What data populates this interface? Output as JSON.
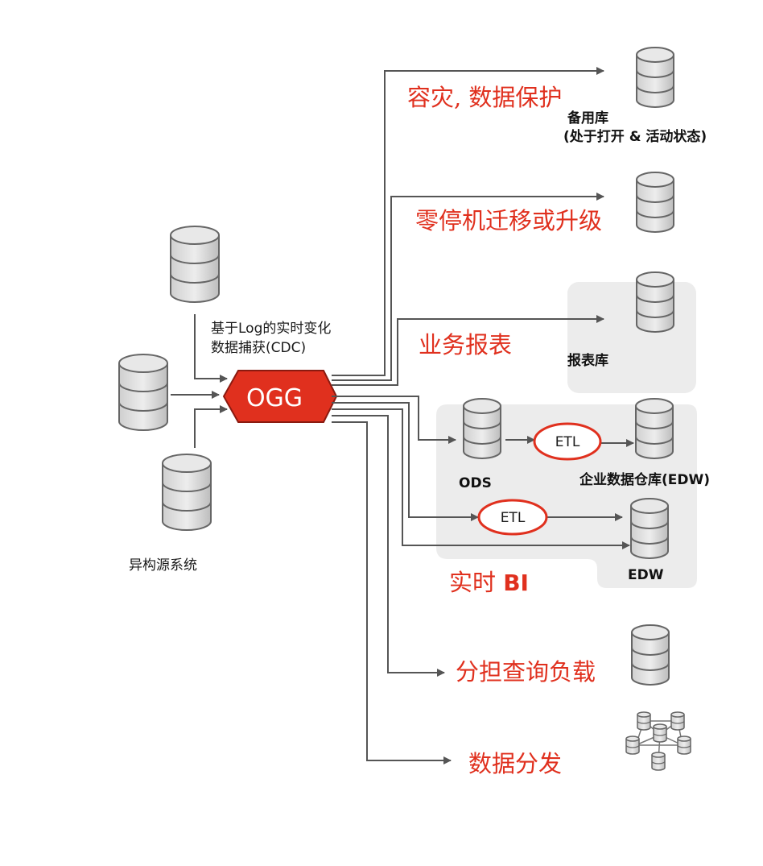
{
  "hub": {
    "label": "OGG"
  },
  "sources": {
    "cdc_label_line1": "基于Log的实时变化",
    "cdc_label_line2": "数据捕获(CDC)",
    "hetero_label": "异构源系统"
  },
  "targets": {
    "dr": {
      "title": "容灾, 数据保护",
      "db_line1": "备用库",
      "db_line2": "(处于打开 & 活动状态)"
    },
    "zero_downtime": {
      "title": "零停机迁移或升级"
    },
    "reporting": {
      "title": "业务报表",
      "db_label": "报表库"
    },
    "bi": {
      "title_cn": "实时 ",
      "title_en": "BI",
      "ods_label": "ODS",
      "etl_label": "ETL",
      "edw_label": "企业数据仓库(EDW)",
      "edw2_label": "EDW"
    },
    "offload": {
      "title": "分担查询负载"
    },
    "distribution": {
      "title": "数据分发"
    }
  },
  "colors": {
    "accent": "#e0301e",
    "hub_fill": "#e0301e",
    "arrow": "#555555",
    "panel": "#ececec",
    "db_fill": "#d9d9d9"
  },
  "icons": [
    "database-icon",
    "distributed-network-icon"
  ]
}
